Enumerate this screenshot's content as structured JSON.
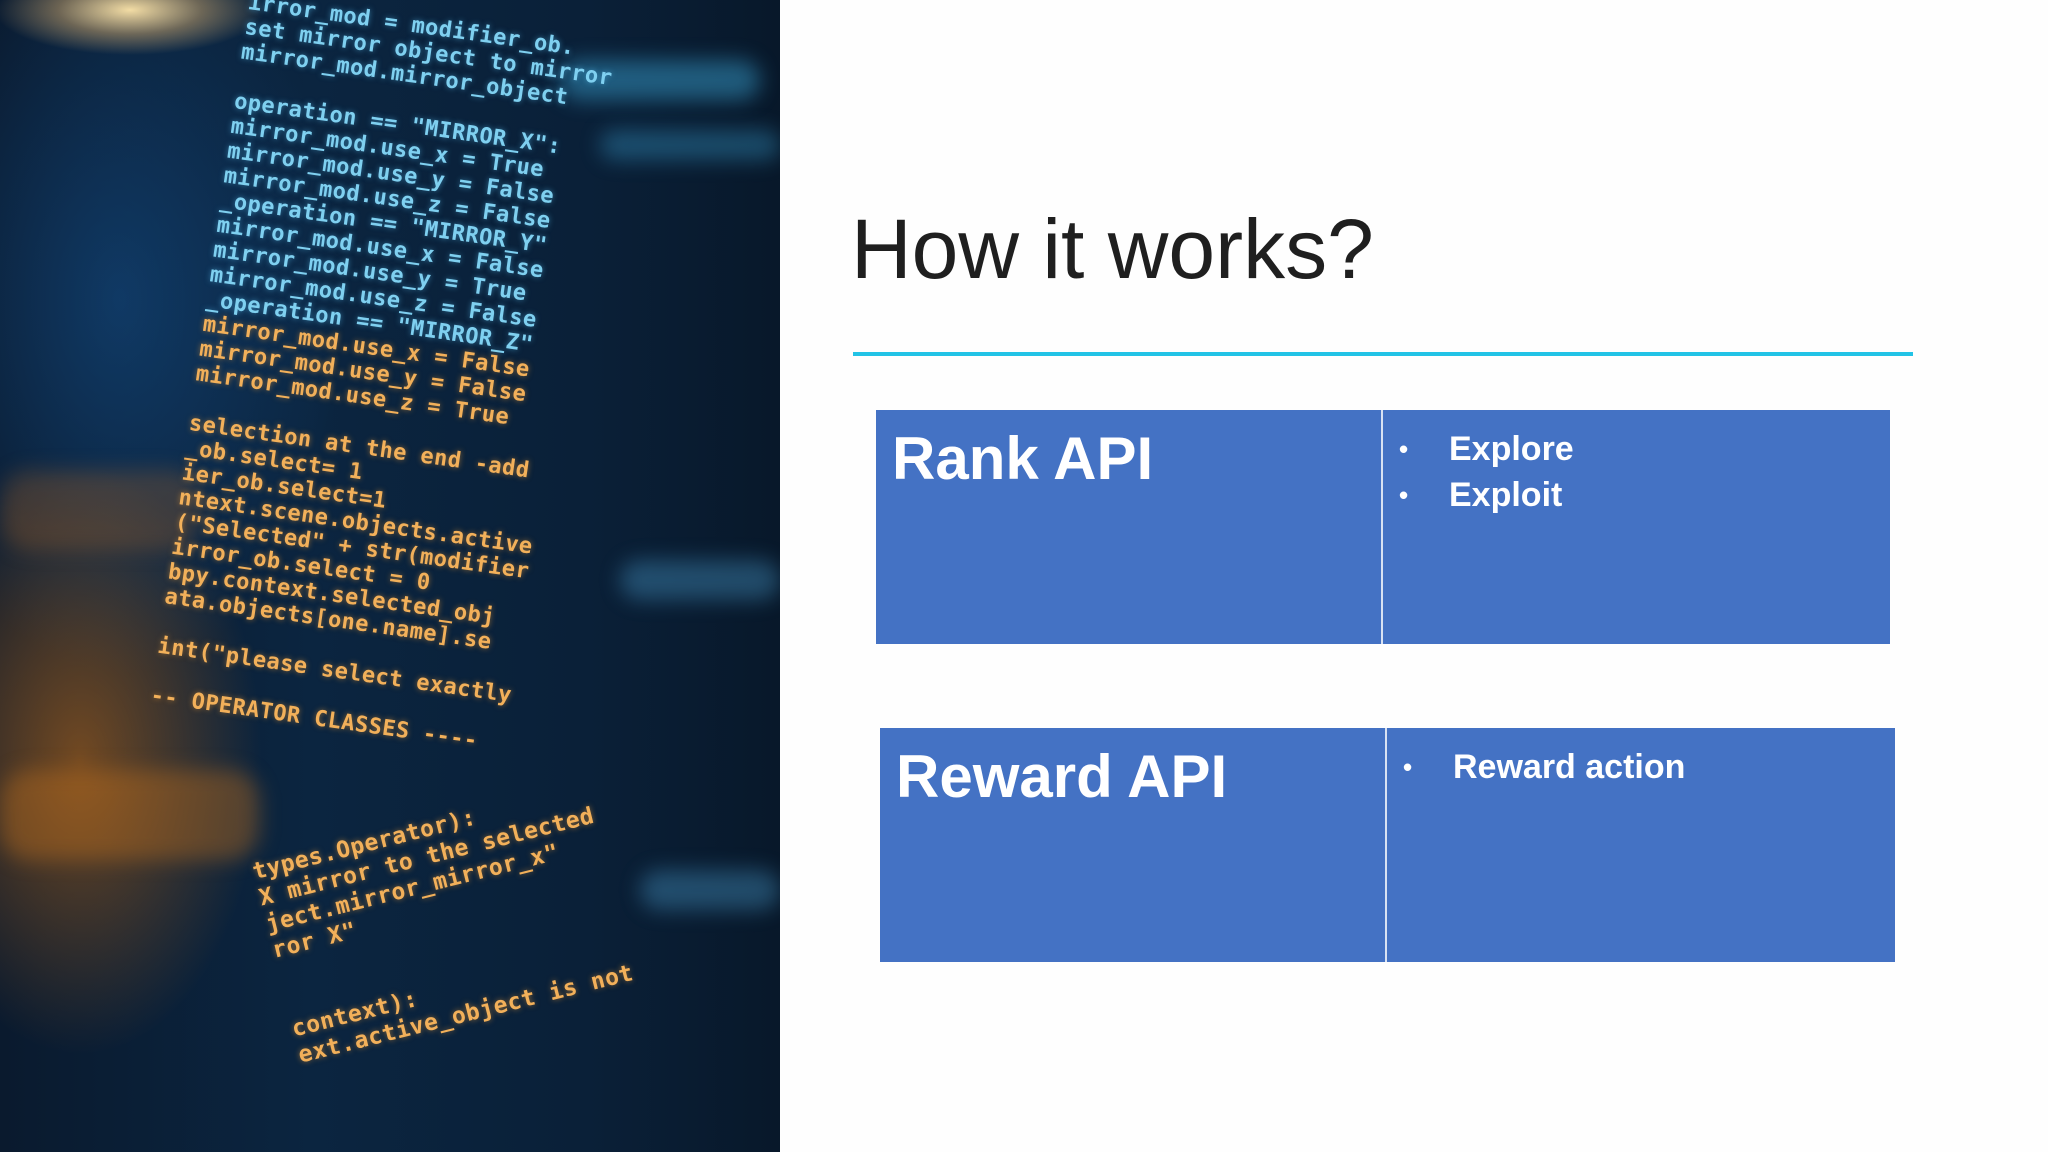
{
  "slide": {
    "title": "How it works?",
    "accent_color": "#22c3e6",
    "box_color": "#4472c4"
  },
  "code_photo": {
    "top_lines": [
      {
        "text": "irror_mod = modifier_ob.",
        "tone": "blue"
      },
      {
        "text": "set mirror object to mirror",
        "tone": "blue"
      },
      {
        "text": "mirror_mod.mirror_object",
        "tone": "blue"
      },
      {
        "text": "",
        "tone": "blue"
      },
      {
        "text": "operation == \"MIRROR_X\":",
        "tone": "blue"
      },
      {
        "text": "mirror_mod.use_x = True",
        "tone": "blue"
      },
      {
        "text": "mirror_mod.use_y = False",
        "tone": "blue"
      },
      {
        "text": "mirror_mod.use_z = False",
        "tone": "blue"
      },
      {
        "text": "_operation == \"MIRROR_Y\"",
        "tone": "blue"
      },
      {
        "text": "mirror_mod.use_x = False",
        "tone": "blue"
      },
      {
        "text": "mirror_mod.use_y = True",
        "tone": "blue"
      },
      {
        "text": "mirror_mod.use_z = False",
        "tone": "blue"
      },
      {
        "text": "_operation == \"MIRROR_Z\"",
        "tone": "blue"
      },
      {
        "text": "mirror_mod.use_x = False",
        "tone": "amber"
      },
      {
        "text": "mirror_mod.use_y = False",
        "tone": "amber"
      },
      {
        "text": "mirror_mod.use_z = True",
        "tone": "amber"
      },
      {
        "text": "",
        "tone": "amber"
      },
      {
        "text": "selection at the end -add",
        "tone": "amber"
      },
      {
        "text": "_ob.select= 1",
        "tone": "amber"
      },
      {
        "text": "ier_ob.select=1",
        "tone": "amber"
      },
      {
        "text": "ntext.scene.objects.active",
        "tone": "amber"
      },
      {
        "text": "(\"Selected\" + str(modifier",
        "tone": "amber"
      },
      {
        "text": "irror_ob.select = 0",
        "tone": "amber"
      },
      {
        "text": "bpy.context.selected_obj",
        "tone": "amber"
      },
      {
        "text": "ata.objects[one.name].se",
        "tone": "amber"
      },
      {
        "text": "",
        "tone": "amber"
      },
      {
        "text": "int(\"please select exactly",
        "tone": "amber"
      },
      {
        "text": "",
        "tone": "amber"
      },
      {
        "text": "-- OPERATOR CLASSES ----",
        "tone": "amber"
      }
    ],
    "bottom_lines": [
      {
        "text": "types.Operator):",
        "tone": "amber"
      },
      {
        "text": "X mirror to the selected",
        "tone": "amber"
      },
      {
        "text": "ject.mirror_mirror_x\"",
        "tone": "amber"
      },
      {
        "text": "ror X\"",
        "tone": "amber"
      },
      {
        "text": "",
        "tone": "amber"
      },
      {
        "text": "",
        "tone": "amber"
      },
      {
        "text": "context):",
        "tone": "amber"
      },
      {
        "text": "ext.active_object is not",
        "tone": "amber"
      }
    ]
  },
  "boxes": [
    {
      "name": "Rank API",
      "items": [
        "Explore",
        "Exploit"
      ]
    },
    {
      "name": "Reward API",
      "items": [
        "Reward action"
      ]
    }
  ]
}
